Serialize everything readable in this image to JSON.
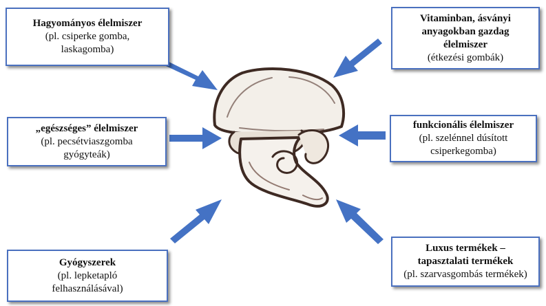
{
  "colors": {
    "arrow": "#4472c4",
    "border": "#4a70bf",
    "mushroom_outline": "#3e2a23"
  },
  "illustration": "mushroom-illustration",
  "boxes": [
    {
      "title": "Hagyományos élelmiszer",
      "lines": [
        "(pl. csiperke gomba,",
        "laskagomba)"
      ]
    },
    {
      "title_lines": [
        "Vitaminban, ásványi",
        "anyagokban gazdag",
        "élelmiszer"
      ],
      "lines": [
        "(étkezési gombák)"
      ]
    },
    {
      "title": "„egészséges” élelmiszer",
      "lines": [
        "(pl. pecsétviaszgomba",
        "gyógyteák)"
      ]
    },
    {
      "title": "funkcionális élelmiszer",
      "lines": [
        "(pl. szelénnel dúsított",
        "csiperkegomba)"
      ]
    },
    {
      "title": "Gyógyszerek",
      "lines": [
        "(pl. lepketapló",
        "felhasználásával)"
      ]
    },
    {
      "title_lines": [
        "Luxus termékek –",
        "tapasztalati termékek"
      ],
      "lines": [
        "(pl. szarvasgombás termékek)"
      ]
    }
  ]
}
